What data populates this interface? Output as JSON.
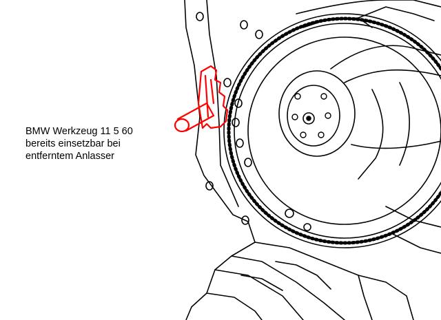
{
  "caption": {
    "lines": [
      "BMW Werkzeug 11 5 60",
      "bereits einsetzbar bei",
      "entferntem Anlasser"
    ]
  },
  "colors": {
    "linework": "#000000",
    "tool_highlight": "#ff0000",
    "background": "#ffffff"
  }
}
